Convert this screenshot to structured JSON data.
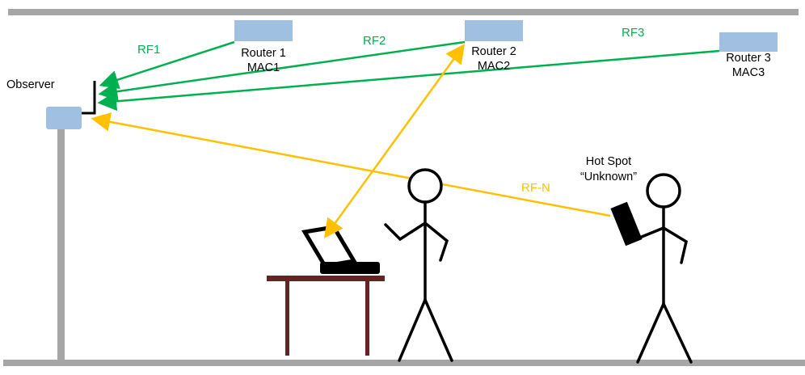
{
  "observer": {
    "label": "Observer"
  },
  "routers": [
    {
      "name": "Router 1",
      "mac": "MAC1"
    },
    {
      "name": "Router 2",
      "mac": "MAC2"
    },
    {
      "name": "Router 3",
      "mac": "MAC3"
    }
  ],
  "links": {
    "rf1": {
      "label": "RF1"
    },
    "rf2": {
      "label": "RF2"
    },
    "rf3": {
      "label": "RF3"
    },
    "rfn": {
      "label": "RF-N"
    }
  },
  "hotspot": {
    "label_line1": "Hot Spot",
    "label_line2": "“Unknown”"
  },
  "colors": {
    "router_fill": "#9fc0e0",
    "rf_known": "#00b050",
    "rf_unknown": "#ffc000",
    "structure": "#a6a6a6",
    "table": "#632423",
    "ink": "#000000"
  }
}
